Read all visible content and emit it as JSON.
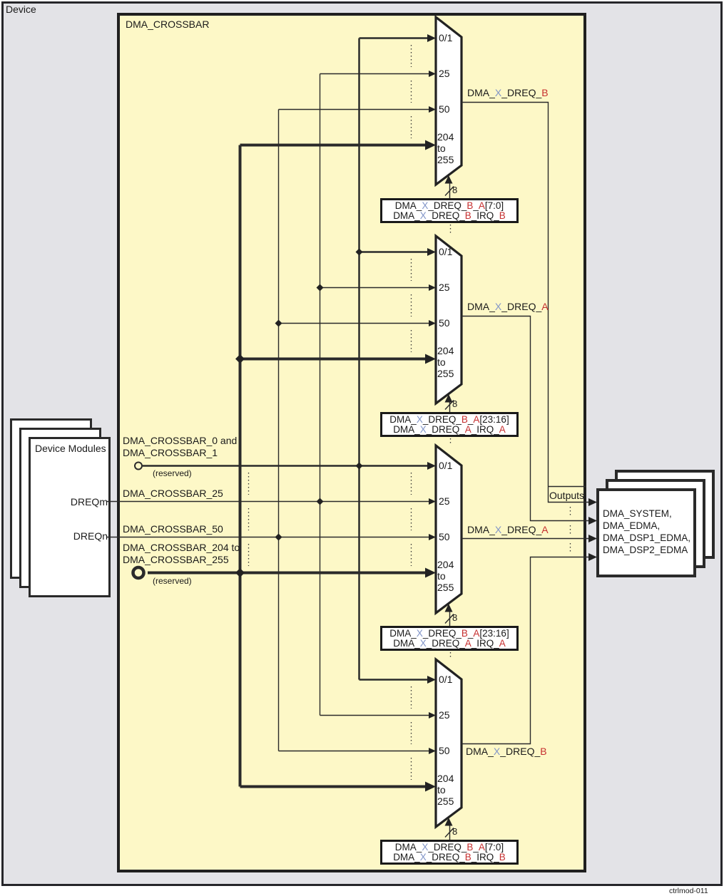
{
  "frame": {
    "device_label": "Device",
    "crossbar_label": "DMA_CROSSBAR",
    "outputs_label": "Outputs",
    "watermark": "ctrlmod-011",
    "select_width": "8"
  },
  "colors": {
    "crossbar_fill": "#fdf8c7",
    "device_fill": "#e3e3e7",
    "accent_blue": "#8094c8",
    "accent_red": "#c62f2f",
    "line": "#2a2a2a"
  },
  "device_modules": {
    "title": "Device Modules",
    "port_m": "DREQm",
    "port_n": "DREQn"
  },
  "inputs": {
    "in1_l1": "DMA_CROSSBAR_0 and",
    "in1_l2": "DMA_CROSSBAR_1",
    "in1_note": "(reserved)",
    "in2": "DMA_CROSSBAR_25",
    "in3": "DMA_CROSSBAR_50",
    "in4_l1": "DMA_CROSSBAR_204 to",
    "in4_l2": "DMA_CROSSBAR_255",
    "in4_note": "(reserved)"
  },
  "mux": {
    "in0": "0/1",
    "in1": "25",
    "in2": "50",
    "r1": "204",
    "r2": "to",
    "r3": "255"
  },
  "output_box": {
    "l1": "DMA_SYSTEM,",
    "l2": "DMA_EDMA,",
    "l3": "DMA_DSP1_EDMA,",
    "l4": "DMA_DSP2_EDMA"
  },
  "signals": {
    "out_b": [
      {
        "t": "DMA_",
        "c": "k"
      },
      {
        "t": "X",
        "c": "b"
      },
      {
        "t": "_DREQ_",
        "c": "k"
      },
      {
        "t": "B",
        "c": "r"
      }
    ],
    "out_a": [
      {
        "t": "DMA_",
        "c": "k"
      },
      {
        "t": "X",
        "c": "b"
      },
      {
        "t": "_DREQ_",
        "c": "k"
      },
      {
        "t": "A",
        "c": "r"
      }
    ],
    "b_a_70": [
      {
        "t": "DMA_",
        "c": "k"
      },
      {
        "t": "X",
        "c": "b"
      },
      {
        "t": "_DREQ_",
        "c": "k"
      },
      {
        "t": "B",
        "c": "r"
      },
      {
        "t": "_",
        "c": "k"
      },
      {
        "t": "A",
        "c": "r"
      },
      {
        "t": "[7:0]",
        "c": "k"
      }
    ],
    "b_irq_b": [
      {
        "t": "DMA_",
        "c": "k"
      },
      {
        "t": "X",
        "c": "b"
      },
      {
        "t": "_DREQ_",
        "c": "k"
      },
      {
        "t": "B",
        "c": "r"
      },
      {
        "t": "_IRQ_",
        "c": "k"
      },
      {
        "t": "B",
        "c": "r"
      }
    ],
    "b_a_2316": [
      {
        "t": "DMA_",
        "c": "k"
      },
      {
        "t": "X",
        "c": "b"
      },
      {
        "t": "_DREQ_",
        "c": "k"
      },
      {
        "t": "B",
        "c": "r"
      },
      {
        "t": "_",
        "c": "k"
      },
      {
        "t": "A",
        "c": "r"
      },
      {
        "t": "[23:16]",
        "c": "k"
      }
    ],
    "a_irq_a": [
      {
        "t": "DMA_",
        "c": "k"
      },
      {
        "t": "X",
        "c": "b"
      },
      {
        "t": "_DREQ_",
        "c": "k"
      },
      {
        "t": "A",
        "c": "r"
      },
      {
        "t": "_IRQ_",
        "c": "k"
      },
      {
        "t": "A",
        "c": "r"
      }
    ]
  }
}
